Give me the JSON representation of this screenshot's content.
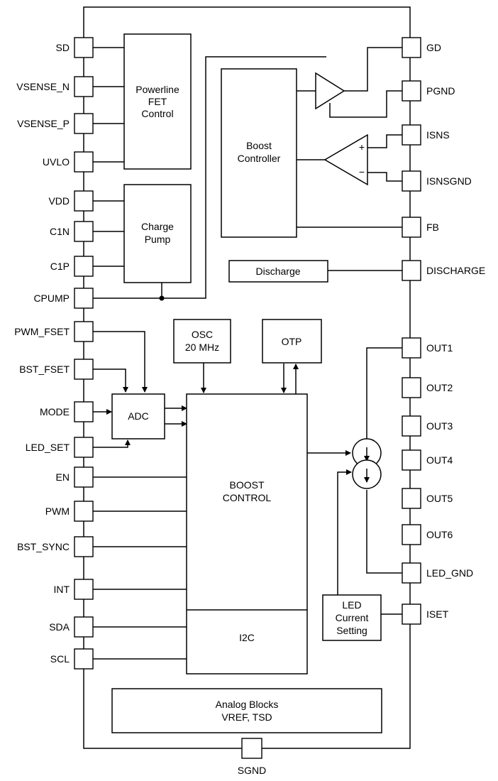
{
  "blocks": {
    "powerline": [
      "Powerline",
      "FET",
      "Control"
    ],
    "charge_pump": [
      "Charge",
      "Pump"
    ],
    "boost_controller": [
      "Boost",
      "Controller"
    ],
    "discharge": "Discharge",
    "osc": [
      "OSC",
      "20 MHz"
    ],
    "otp": "OTP",
    "adc": "ADC",
    "boost_control": [
      "BOOST",
      "CONTROL"
    ],
    "i2c": "I2C",
    "led_current": [
      "LED",
      "Current",
      "Setting"
    ],
    "analog": [
      "Analog Blocks",
      "VREF, TSD"
    ]
  },
  "left_pins": [
    "SD",
    "VSENSE_N",
    "VSENSE_P",
    "UVLO",
    "VDD",
    "C1N",
    "C1P",
    "CPUMP",
    "PWM_FSET",
    "BST_FSET",
    "MODE",
    "LED_SET",
    "EN",
    "PWM",
    "BST_SYNC",
    "INT",
    "SDA",
    "SCL"
  ],
  "right_pins": [
    "GD",
    "PGND",
    "ISNS",
    "ISNSGND",
    "FB",
    "DISCHARGE",
    "OUT1",
    "OUT2",
    "OUT3",
    "OUT4",
    "OUT5",
    "OUT6",
    "LED_GND",
    "ISET"
  ],
  "bottom_pin": "SGND",
  "comparator_signs": [
    "+",
    "−"
  ]
}
